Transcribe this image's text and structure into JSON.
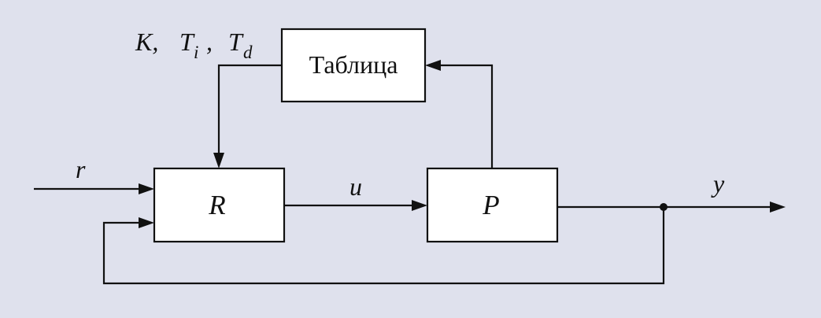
{
  "blocks": {
    "table": "Таблица",
    "controller": "R",
    "plant": "P"
  },
  "signals": {
    "reference": "r",
    "control": "u",
    "output": "y"
  },
  "parameters": {
    "gain": "K,",
    "integral": {
      "base": "T",
      "sub": "i"
    },
    "separator": ",",
    "derivative": {
      "base": "T",
      "sub": "d"
    }
  }
}
